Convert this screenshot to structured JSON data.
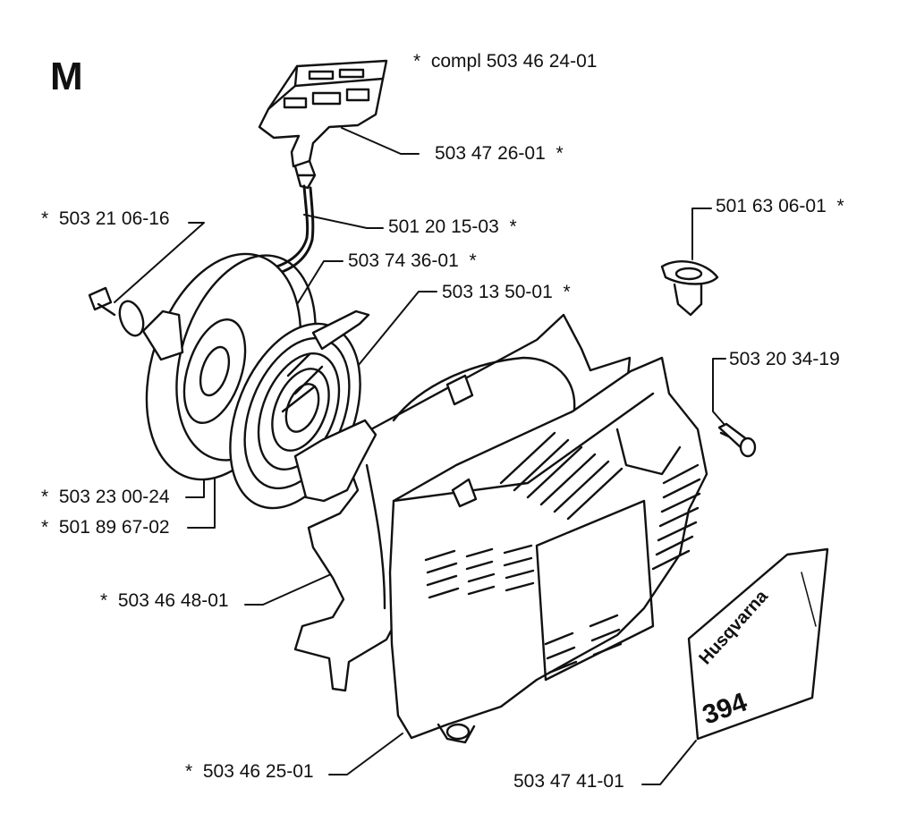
{
  "section_letter": "M",
  "parts": [
    {
      "id": "compl",
      "text": "*  compl 503 46 24-01"
    },
    {
      "id": "handle",
      "text": "503 47 26-01  *"
    },
    {
      "id": "screw_left",
      "text": "*  503 21 06-16"
    },
    {
      "id": "rope",
      "text": "501 20 15-03  *"
    },
    {
      "id": "pulley",
      "text": "503 74 36-01  *"
    },
    {
      "id": "spring",
      "text": "503 13 50-01  *"
    },
    {
      "id": "rope_guide",
      "text": "501 63 06-01  *"
    },
    {
      "id": "screw_right",
      "text": "503 20 34-19"
    },
    {
      "id": "washer",
      "text": "*  503 23 00-24"
    },
    {
      "id": "center_screw",
      "text": "*  501 89 67-02"
    },
    {
      "id": "starter_housing",
      "text": "*  503 46 48-01"
    },
    {
      "id": "cover",
      "text": "*  503 46 25-01"
    },
    {
      "id": "decal",
      "text": "503 47 41-01"
    }
  ],
  "decal": {
    "brand": "Husqvarna",
    "model": "394"
  },
  "colors": {
    "ink": "#111111",
    "paper": "#ffffff"
  }
}
